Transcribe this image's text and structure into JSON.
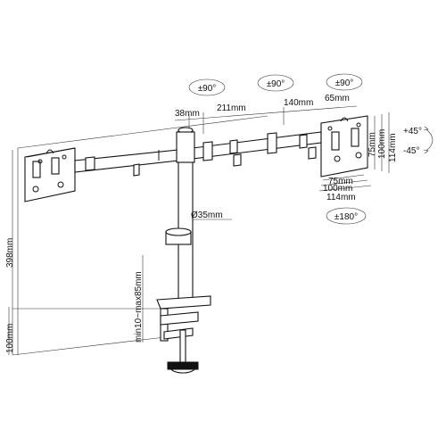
{
  "diagram": {
    "rotations": {
      "left_arm": "±90°",
      "middle_arm": "±90°",
      "right_arm": "±90°",
      "vesa_rotation": "±180°"
    },
    "tilt": {
      "up": "+45°",
      "down": "-45°"
    },
    "arm_lengths": {
      "first": "38mm",
      "second": "211mm",
      "third": "140mm",
      "fourth": "65mm"
    },
    "pole": {
      "diameter": "Ø35mm"
    },
    "heights": {
      "pole_total": "398mm",
      "base_height": "100mm",
      "desk_clamp": "min10~max85mm"
    },
    "vesa": {
      "w75": "75mm",
      "w100": "100mm",
      "w114": "114mm",
      "h75": "75mm",
      "h100": "100mm",
      "h114": "114mm"
    }
  }
}
